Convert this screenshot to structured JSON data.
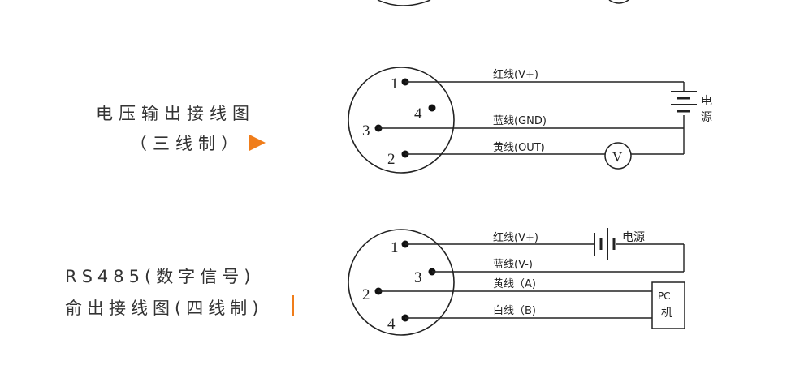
{
  "section_voltage": {
    "title": "电压输出接线图",
    "subtitle": "（三线制）",
    "pins": [
      "1",
      "4",
      "3",
      "2"
    ],
    "wires": [
      "红线(V+)",
      "蓝线(GND)",
      "黄线(OUT)"
    ],
    "power_label_top": "电",
    "power_label_bottom": "源",
    "meter_label": "V",
    "arrow_color": "#f07d1a"
  },
  "section_rs485": {
    "line1": "RS485(数字信号)",
    "line2": "俞出接线图(四线制)",
    "pins": [
      "1",
      "3",
      "2",
      "4"
    ],
    "wires": [
      "红线(V+)",
      "蓝线(V-)",
      "黄线（A)",
      "白线（B)"
    ],
    "power_label": "电源",
    "pc_label_top": "PC",
    "pc_label_bottom": "机",
    "accent_color": "#f07d1a"
  }
}
